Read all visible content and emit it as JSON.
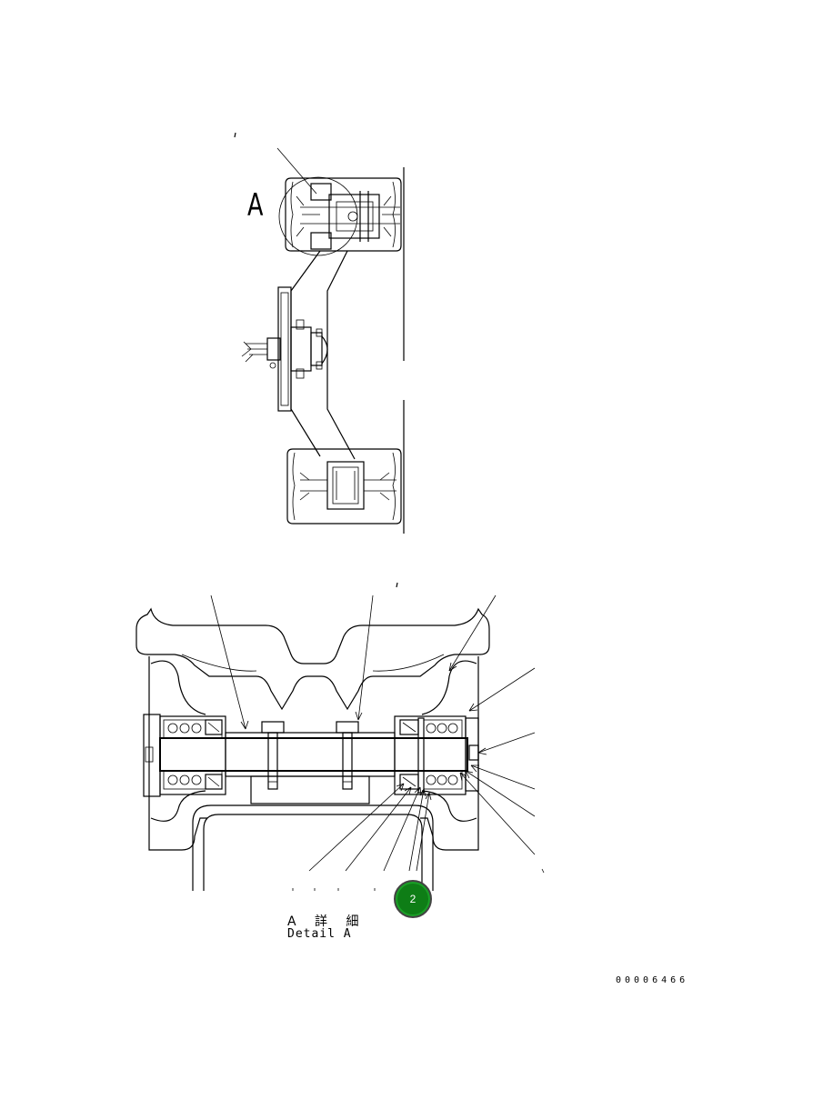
{
  "view_marker": "A",
  "detail_label": {
    "japanese": "A 詳 細",
    "english": "Detail A"
  },
  "callout": {
    "number": "2",
    "color": "#0e7d16"
  },
  "drawing_number": "00006466"
}
